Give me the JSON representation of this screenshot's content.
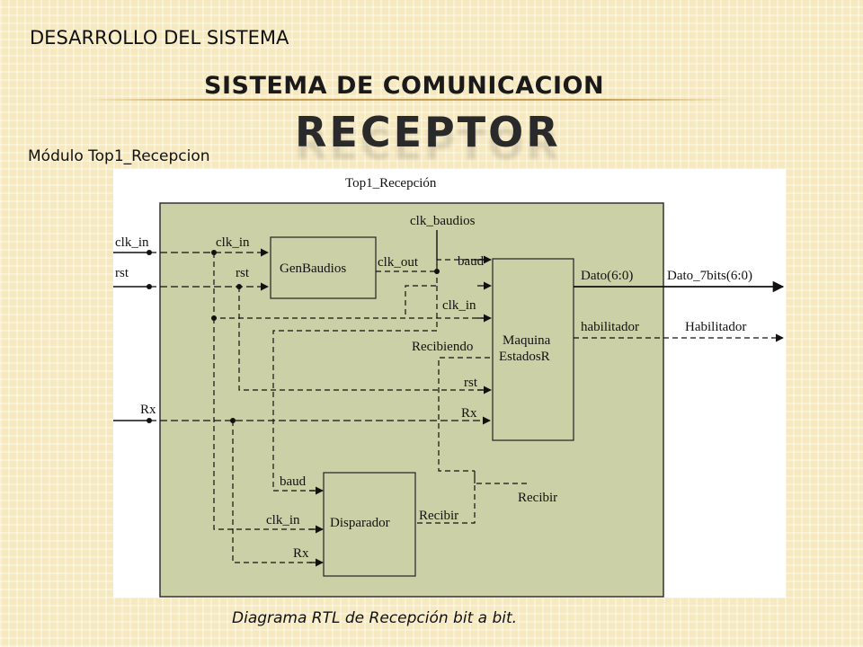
{
  "header": {
    "section": "DESARROLLO DEL SISTEMA",
    "title": "SISTEMA DE COMUNICACION",
    "subtitle": "RECEPTOR"
  },
  "module_label": "Módulo Top1_Recepcion",
  "caption": "Diagrama RTL de Recepción bit a bit.",
  "diagram": {
    "top_name": "Top1_Recepción",
    "colors": {
      "module_fill": "#ccd0a6",
      "line": "#111111"
    },
    "blocks": {
      "genbaudios": "GenBaudios",
      "maquina_line1": "Maquina",
      "maquina_line2": "EstadosR",
      "disparador": "Disparador"
    },
    "inputs": {
      "clk_in": "clk_in",
      "rst": "rst",
      "rx": "Rx"
    },
    "signals": {
      "clk_baudios": "clk_baudios",
      "clk_out": "clk_out",
      "baud": "baud",
      "clk_in": "clk_in",
      "rst": "rst",
      "recibiendo": "Recibiendo",
      "rx": "Rx",
      "recibir": "Recibir",
      "dato": "Dato(6:0)",
      "habilitador": "habilitador"
    },
    "outputs": {
      "dato": "Dato_7bits(6:0)",
      "habilitador": "Habilitador"
    }
  }
}
